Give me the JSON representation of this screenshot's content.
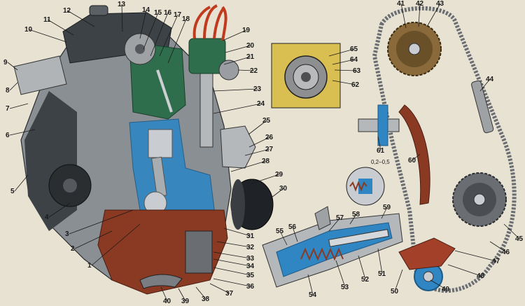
{
  "diagram": {
    "gap_annotation": "0,2–0,5",
    "callouts": [
      {
        "id": "1",
        "text": "1"
      },
      {
        "id": "2",
        "text": "2"
      },
      {
        "id": "3",
        "text": "3"
      },
      {
        "id": "4",
        "text": "4"
      },
      {
        "id": "5",
        "text": "5"
      },
      {
        "id": "6",
        "text": "6"
      },
      {
        "id": "7",
        "text": "7"
      },
      {
        "id": "8",
        "text": "8"
      },
      {
        "id": "9",
        "text": "9"
      },
      {
        "id": "10",
        "text": "10"
      },
      {
        "id": "11",
        "text": "11"
      },
      {
        "id": "12",
        "text": "12"
      },
      {
        "id": "13",
        "text": "13"
      },
      {
        "id": "14",
        "text": "14"
      },
      {
        "id": "15",
        "text": "15"
      },
      {
        "id": "16",
        "text": "16"
      },
      {
        "id": "17",
        "text": "17"
      },
      {
        "id": "18",
        "text": "18"
      },
      {
        "id": "19",
        "text": "19"
      },
      {
        "id": "20",
        "text": "20"
      },
      {
        "id": "21",
        "text": "21"
      },
      {
        "id": "22",
        "text": "22"
      },
      {
        "id": "23",
        "text": "23"
      },
      {
        "id": "24",
        "text": "24"
      },
      {
        "id": "25",
        "text": "25"
      },
      {
        "id": "26",
        "text": "26"
      },
      {
        "id": "27",
        "text": "27"
      },
      {
        "id": "28",
        "text": "28"
      },
      {
        "id": "29",
        "text": "29"
      },
      {
        "id": "30",
        "text": "30"
      },
      {
        "id": "31",
        "text": "31"
      },
      {
        "id": "32",
        "text": "32"
      },
      {
        "id": "33",
        "text": "33"
      },
      {
        "id": "34",
        "text": "34"
      },
      {
        "id": "35",
        "text": "35"
      },
      {
        "id": "36",
        "text": "36"
      },
      {
        "id": "37",
        "text": "37"
      },
      {
        "id": "38",
        "text": "38"
      },
      {
        "id": "39",
        "text": "39"
      },
      {
        "id": "40",
        "text": "40"
      },
      {
        "id": "41",
        "text": "41"
      },
      {
        "id": "42",
        "text": "42"
      },
      {
        "id": "43",
        "text": "43"
      },
      {
        "id": "44",
        "text": "44"
      },
      {
        "id": "45",
        "text": "45"
      },
      {
        "id": "46",
        "text": "46"
      },
      {
        "id": "47",
        "text": "47"
      },
      {
        "id": "48",
        "text": "48"
      },
      {
        "id": "49",
        "text": "49"
      },
      {
        "id": "50",
        "text": "50"
      },
      {
        "id": "51",
        "text": "51"
      },
      {
        "id": "52",
        "text": "52"
      },
      {
        "id": "53",
        "text": "53"
      },
      {
        "id": "54",
        "text": "54"
      },
      {
        "id": "55",
        "text": "55"
      },
      {
        "id": "56",
        "text": "56"
      },
      {
        "id": "57",
        "text": "57"
      },
      {
        "id": "58",
        "text": "58"
      },
      {
        "id": "59",
        "text": "59"
      },
      {
        "id": "60",
        "text": "60"
      },
      {
        "id": "61",
        "text": "61"
      },
      {
        "id": "62",
        "text": "62"
      },
      {
        "id": "63",
        "text": "63"
      },
      {
        "id": "64",
        "text": "64"
      },
      {
        "id": "65",
        "text": "65"
      }
    ]
  },
  "colors": {
    "background": "#e8e2d2",
    "block_grey": "#8a8f94",
    "block_dark": "#3c4246",
    "head_green": "#2f6e4c",
    "oil_blue": "#2f86c2",
    "sump_red": "#8a3a22",
    "cast_yellow": "#d9bf52",
    "chain_grey": "#6a6e72",
    "wire_red": "#c23a1e"
  }
}
